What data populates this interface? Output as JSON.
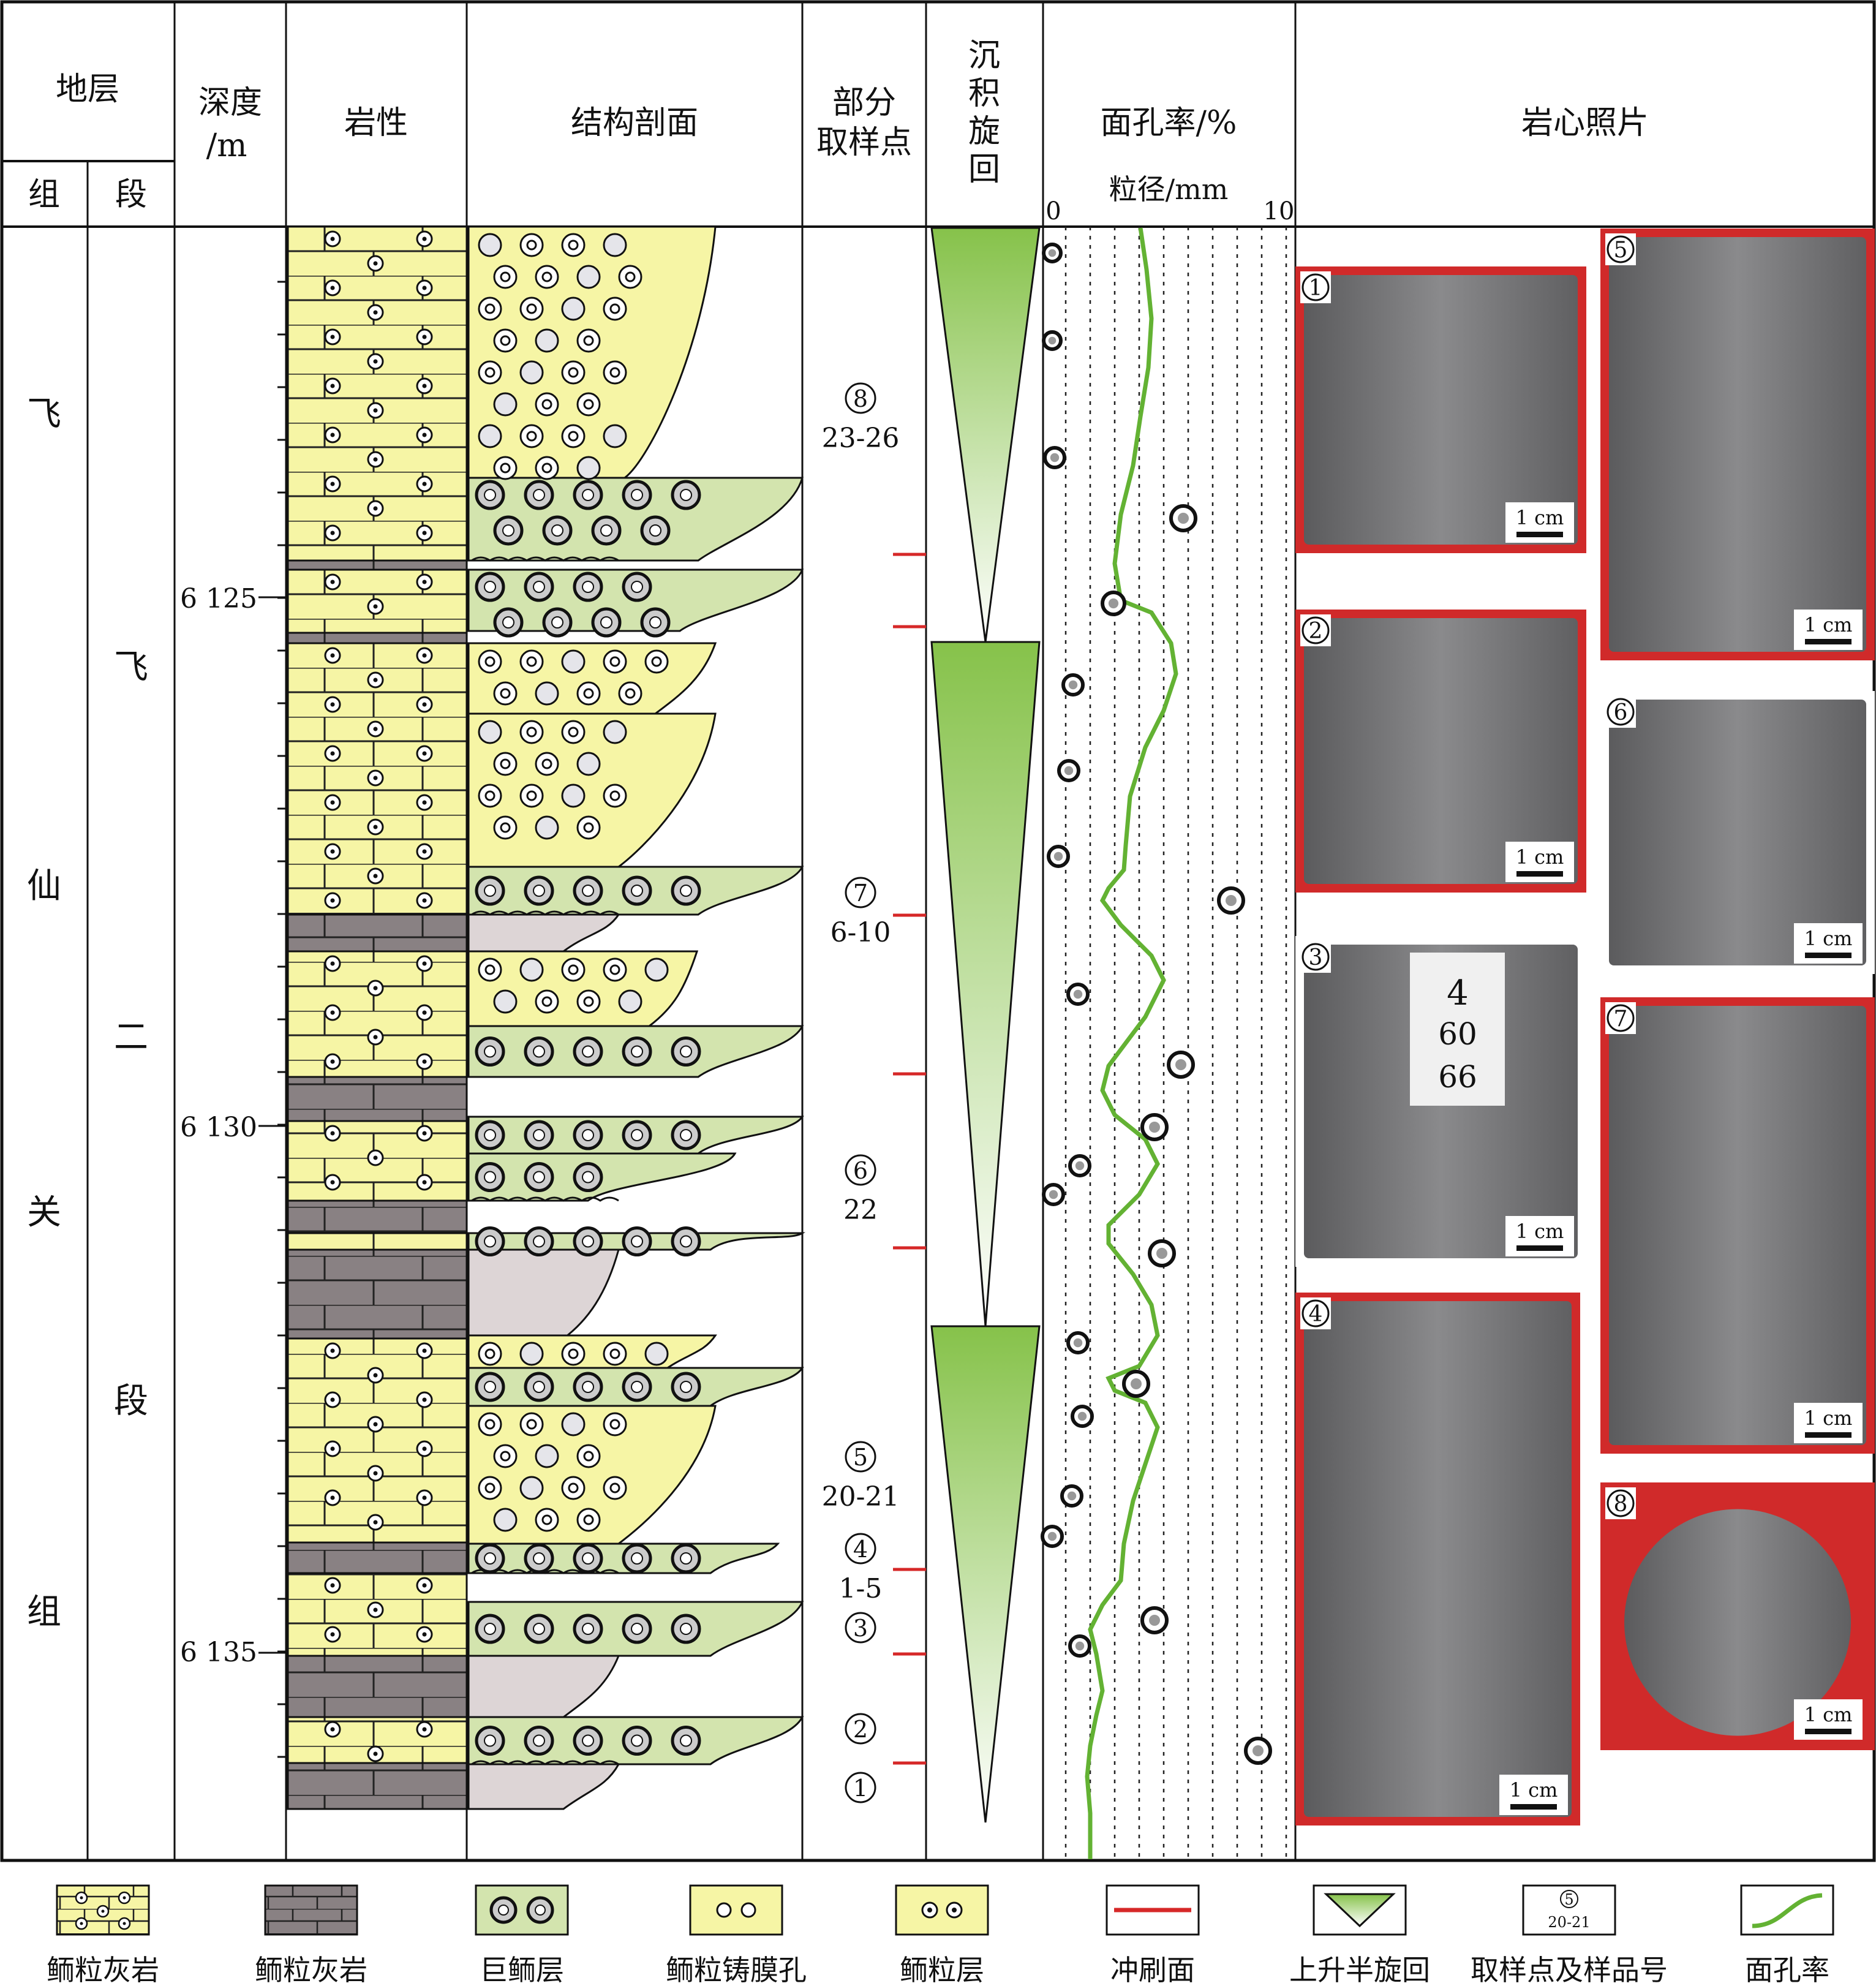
{
  "header": {
    "strata": "地层",
    "formation": "组",
    "member": "段",
    "depth": [
      "深度",
      "/m"
    ],
    "lithology": "岩性",
    "structure": "结构剖面",
    "sampling": [
      "部分",
      "取样点"
    ],
    "cycle": [
      "沉",
      "积",
      "旋",
      "回"
    ],
    "porosity": "面孔率/%",
    "grain_size": "粒径/mm",
    "axis_min": "0",
    "axis_max": "10",
    "photos": "岩心照片"
  },
  "formation_name": [
    "飞",
    "仙",
    "关",
    "组"
  ],
  "member_name": [
    "飞",
    "二",
    "段"
  ],
  "depth_labels": [
    "6 125",
    "6 130",
    "6 135"
  ],
  "samples": [
    {
      "num": "8",
      "range": "23-26"
    },
    {
      "num": "7",
      "range": "6-10"
    },
    {
      "num": "6",
      "range": "22"
    },
    {
      "num": "5",
      "range": "20-21"
    },
    {
      "num": "4",
      "range": "1-5"
    },
    {
      "num": "3",
      "range": ""
    },
    {
      "num": "2",
      "range": ""
    },
    {
      "num": "1",
      "range": ""
    }
  ],
  "photos": [
    {
      "num": "1",
      "scale": "1 cm"
    },
    {
      "num": "2",
      "scale": "1 cm"
    },
    {
      "num": "3",
      "scale": "1 cm",
      "tag": [
        "4",
        "60",
        "66"
      ]
    },
    {
      "num": "4",
      "scale": "1 cm"
    },
    {
      "num": "5",
      "scale": "1 cm"
    },
    {
      "num": "6",
      "scale": "1 cm"
    },
    {
      "num": "7",
      "scale": "1 cm"
    },
    {
      "num": "8",
      "scale": "1 cm"
    }
  ],
  "legend": [
    {
      "label": "鲕粒灰岩",
      "icon": "oolitic-limestone-pattern"
    },
    {
      "label": "鲕粒灰岩",
      "icon": "dark-limestone-pattern"
    },
    {
      "label": "巨鲕层",
      "icon": "giant-ooid-pattern"
    },
    {
      "label": "鲕粒铸膜孔",
      "icon": "moldic-pore-pattern"
    },
    {
      "label": "鲕粒层",
      "icon": "ooid-layer-pattern"
    },
    {
      "label": "冲刷面",
      "icon": "scour-line"
    },
    {
      "label": "上升半旋回",
      "icon": "cycle-triangle"
    },
    {
      "label": "取样点及样品号",
      "icon": "sample-box",
      "sample_num": "5",
      "sample_range": "20-21"
    },
    {
      "label": "面孔率",
      "icon": "porosity-curve"
    }
  ],
  "colors": {
    "ooid_fill": "#f6f5a5",
    "giant_ooid_fill": "#d3e4ae",
    "dark_limestone": "#898183",
    "scour": "#d62828",
    "curve": "#63b233",
    "cycle_top": "#86c24a",
    "mud_fill": "#ddd5d6",
    "photo_frame": "#d02a2a"
  }
}
